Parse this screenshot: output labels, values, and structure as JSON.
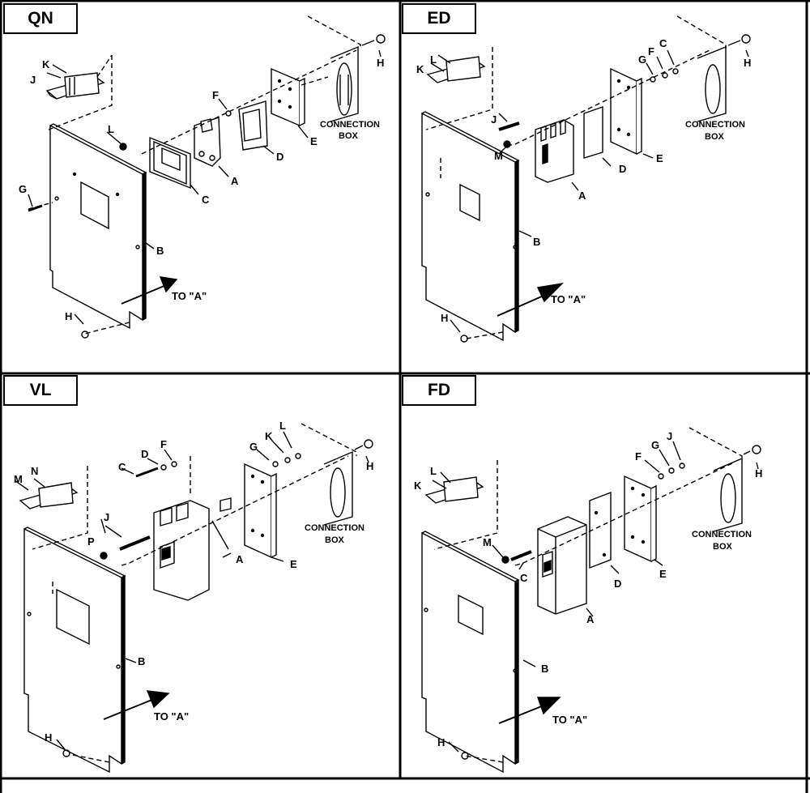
{
  "callout_ids": [
    "A",
    "B",
    "C",
    "D",
    "E",
    "F",
    "G",
    "H",
    "J",
    "K",
    "L",
    "M",
    "N",
    "P"
  ],
  "connection_box": {
    "line1": "CONNECTION",
    "line2": "BOX"
  },
  "to_a": "TO \"A\"",
  "panels": [
    {
      "title": "QN"
    },
    {
      "title": "ED"
    },
    {
      "title": "VL"
    },
    {
      "title": "FD"
    }
  ]
}
